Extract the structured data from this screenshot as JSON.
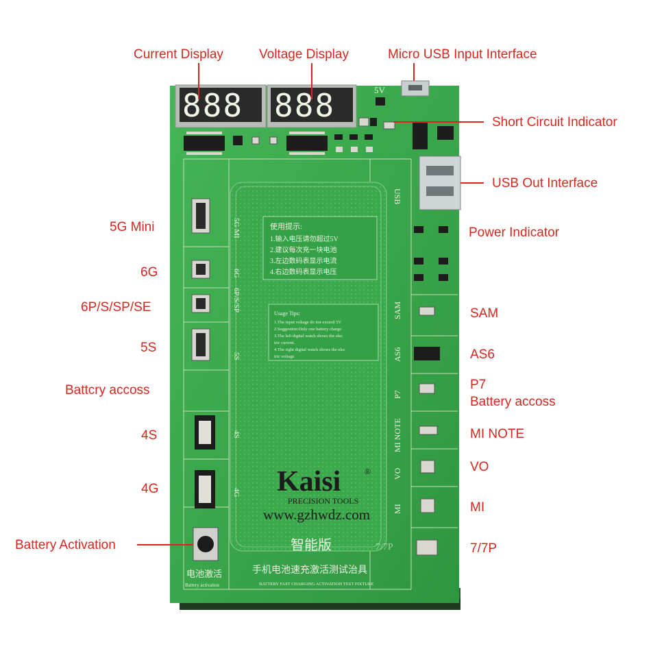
{
  "callouts": {
    "current_display": "Current Display",
    "voltage_display": "Voltage Display",
    "micro_usb": "Micro USB Input Interface",
    "short_circuit": "Short Circuit Indicator",
    "usb_out": "USB Out Interface",
    "power_indicator": "Power Indicator",
    "g5_mini": "5G Mini",
    "g6": "6G",
    "g6p": "6P/S/SP/SE",
    "s5": "5S",
    "battery_access_left": "Battcry accoss",
    "s4": "4S",
    "g4": "4G",
    "battery_activation": "Battery Activation",
    "sam": "SAM",
    "as6": "AS6",
    "p7": "P7",
    "battery_access_right": "Battery accoss",
    "mi_note": "MI NOTE",
    "vo": "VO",
    "mi": "MI",
    "p77": "7/7P"
  },
  "board": {
    "brand": "Kaisi",
    "brand_mark": "®",
    "subtitle": "PRECISION TOOLS",
    "website": "www.gzhwdz.com",
    "smart_label": "智能版",
    "model_label": "7/7P",
    "bottom_cn": "手机电池速充激活测试治具",
    "bottom_en": "BATTERY FAST CHARGING ACTIVATION TEST FIXTURE",
    "activation_cn": "电池激活",
    "activation_en": "Battery activation",
    "v5_label": "5V",
    "usb_label": "USB",
    "usage_cn_title": "使用提示:",
    "usage_cn_lines": [
      "1.输入电压请勿超过5V",
      "2.建议每次充一块电池",
      "3.左边数码表显示电流",
      "4.右边数码表显示电压"
    ],
    "usage_en_title": "Usage Tips:",
    "usage_en_lines": [
      "1.The input voltage do not exceed 5V",
      "2.Suggestion:Only one battery charge",
      "3.The left digital watch shows the elec",
      "tric current.",
      "4.The right digital watch shows the elec",
      "tric voltage"
    ],
    "left_slots": [
      "5G MI",
      "6G",
      "6P/S/SP",
      "5S",
      "4S",
      "4G"
    ],
    "right_slots": [
      "SAM",
      "AS6",
      "P7",
      "MI NOTE",
      "VO",
      "MI"
    ],
    "display_left": "888",
    "display_right": "888"
  },
  "colors": {
    "pcb": "#3aa84a",
    "pcb_dark": "#2c8e3c",
    "callout": "#d7261e",
    "silkscreen": "#eaf3e2"
  }
}
